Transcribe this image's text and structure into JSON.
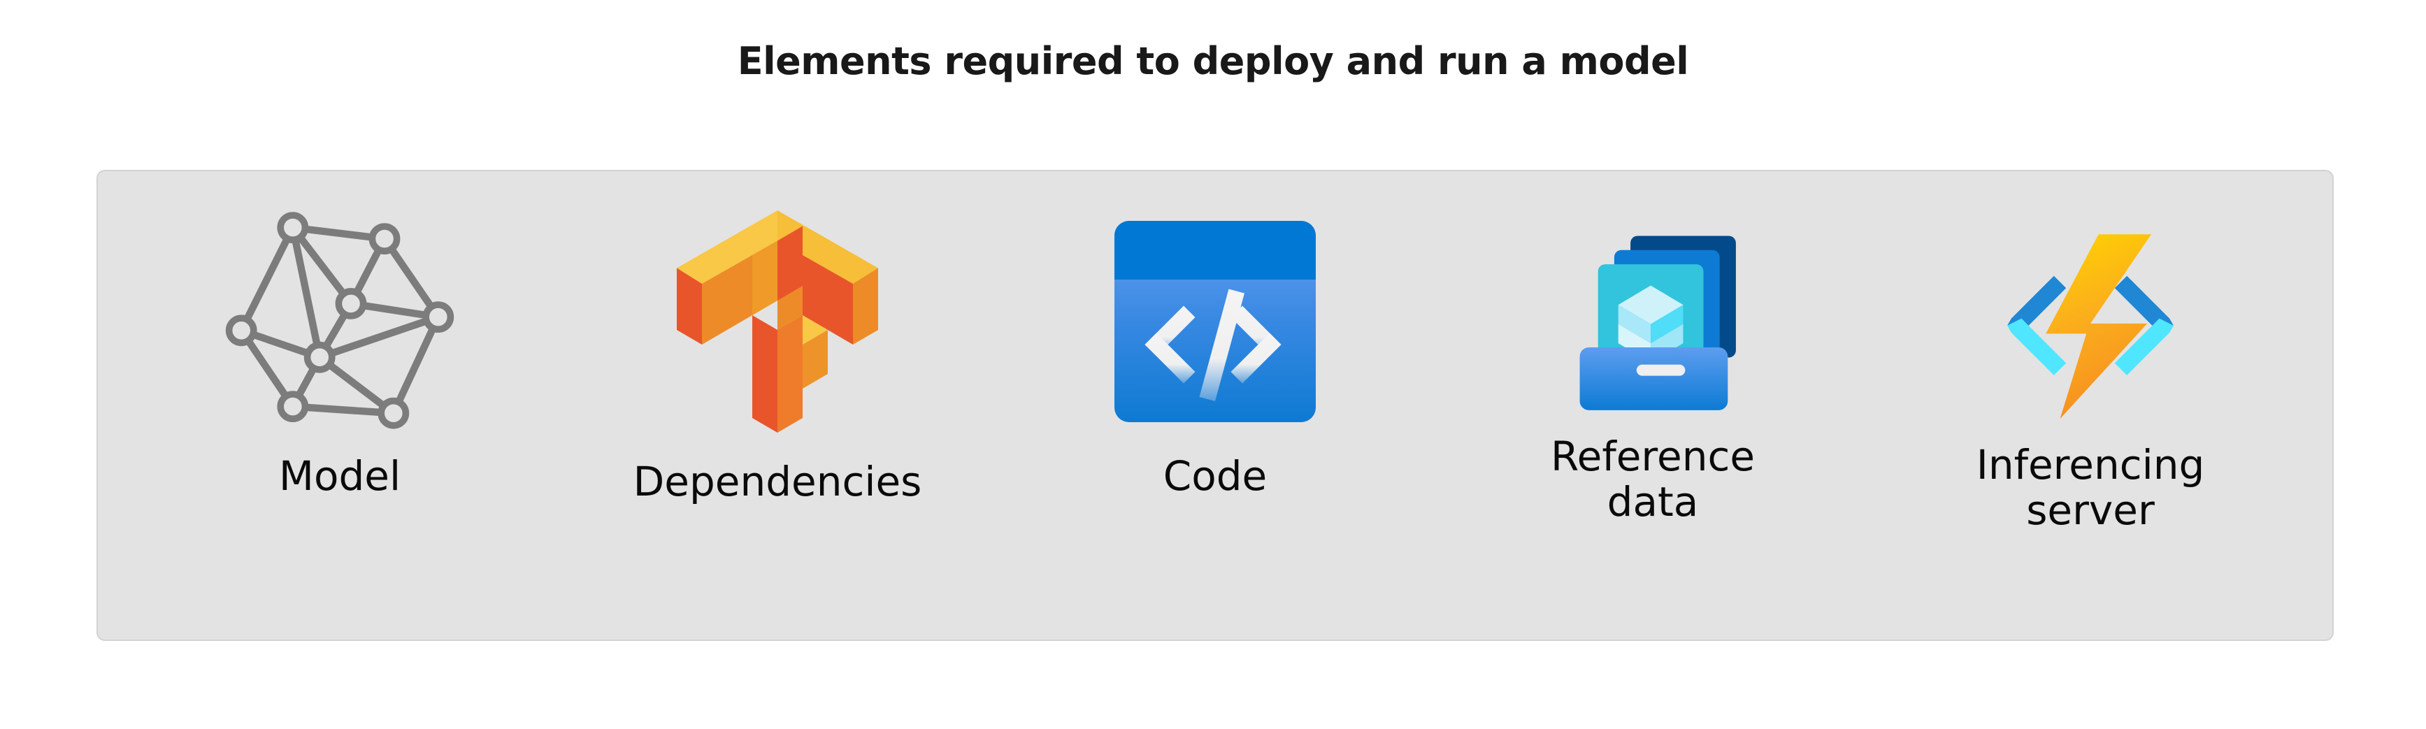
{
  "title": "Elements required to deploy and run a model",
  "panel": {
    "background_color": "#E3E3E3",
    "border_color": "#D2D2D2"
  },
  "items": [
    {
      "label": "Model",
      "icon": "network-graph-icon",
      "icon_color": "#7A7A7A"
    },
    {
      "label": "Dependencies",
      "icon": "tensorflow-logo-icon",
      "icon_colors": {
        "top": "#F8C43A",
        "side": "#EE8C2B",
        "dark": "#E8552B"
      }
    },
    {
      "label": "Code",
      "icon": "code-brackets-icon",
      "icon_colors": {
        "header": "#0078D4",
        "body_top": "#5B9BEE",
        "body_bottom": "#0E7AD2",
        "glyph": "#F2F2F2"
      }
    },
    {
      "label": "Reference\ndata",
      "icon": "reference-data-drawer-icon",
      "icon_colors": {
        "card_back": "#034A8A",
        "card_mid": "#0D7BD4",
        "card_front": "#32C4DC",
        "drawer_top": "#5B9BEE",
        "drawer_bottom": "#0D7BD4",
        "handle": "#EFEFEF"
      }
    },
    {
      "label": "Inferencing\nserver",
      "icon": "azure-functions-lightning-icon",
      "icon_colors": {
        "bolt_top": "#FFD400",
        "bolt_bottom": "#F89B1C",
        "bracket_top": "#1F87D4",
        "bracket_bottom": "#50E6FF"
      }
    }
  ]
}
